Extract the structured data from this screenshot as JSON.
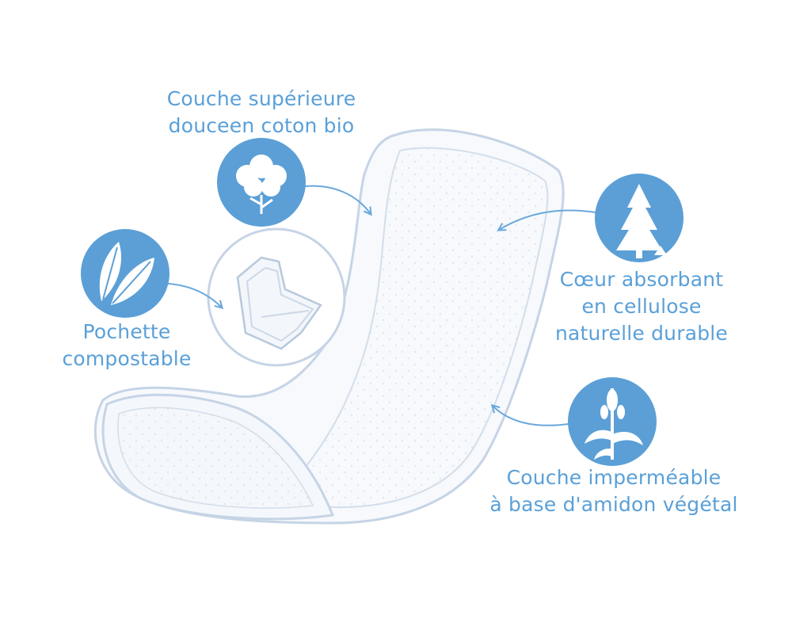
{
  "colors": {
    "accent": "#5aa0d8",
    "icon_fill": "#5b9fd6",
    "outline": "#c5d4e6",
    "arrow": "#6aa8dc"
  },
  "labels": {
    "top": [
      "Couche supérieure",
      "douceen coton bio"
    ],
    "left": [
      "Pochette",
      "compostable"
    ],
    "right": [
      "Cœur absorbant",
      "en cellulose",
      "naturelle durable"
    ],
    "bottom": [
      "Couche imperméable",
      "à base d'amidon végétal"
    ]
  },
  "icons": {
    "top": "cotton-flower-icon",
    "left": "leaves-recycle-icon",
    "right": "pine-tree-icon",
    "bottom": "corn-plant-icon"
  }
}
